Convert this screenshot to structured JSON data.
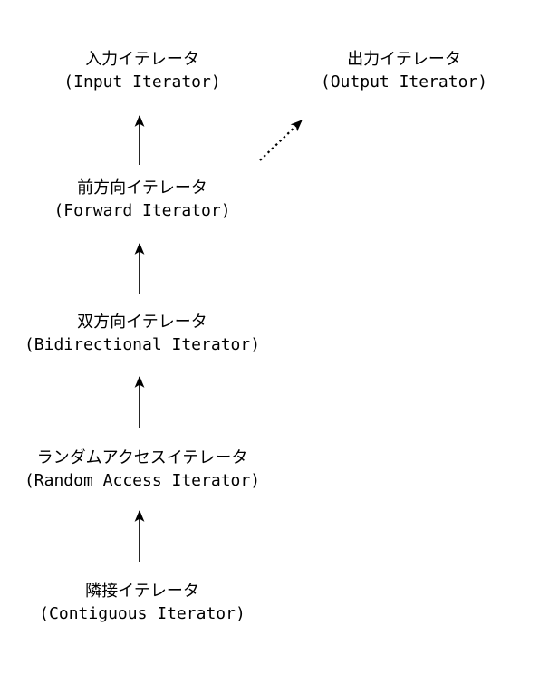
{
  "diagram": {
    "kind": "iterator-hierarchy",
    "colors": {
      "background": "#ffffff",
      "line": "#000000",
      "text": "#000000"
    },
    "nodes": [
      {
        "id": "input",
        "jp": "入力イテレータ",
        "en": "(Input Iterator)"
      },
      {
        "id": "output",
        "jp": "出力イテレータ",
        "en": "(Output Iterator)"
      },
      {
        "id": "forward",
        "jp": "前方向イテレータ",
        "en": "(Forward Iterator)"
      },
      {
        "id": "bidirectional",
        "jp": "双方向イテレータ",
        "en": "(Bidirectional Iterator)"
      },
      {
        "id": "random_access",
        "jp": "ランダムアクセスイテレータ",
        "en": "(Random Access Iterator)"
      },
      {
        "id": "contiguous",
        "jp": "隣接イテレータ",
        "en": "(Contiguous Iterator)"
      }
    ],
    "edges": [
      {
        "from": "forward",
        "to": "input",
        "style": "solid"
      },
      {
        "from": "forward",
        "to": "output",
        "style": "dotted"
      },
      {
        "from": "bidirectional",
        "to": "forward",
        "style": "solid"
      },
      {
        "from": "random_access",
        "to": "bidirectional",
        "style": "solid"
      },
      {
        "from": "contiguous",
        "to": "random_access",
        "style": "solid"
      }
    ]
  }
}
